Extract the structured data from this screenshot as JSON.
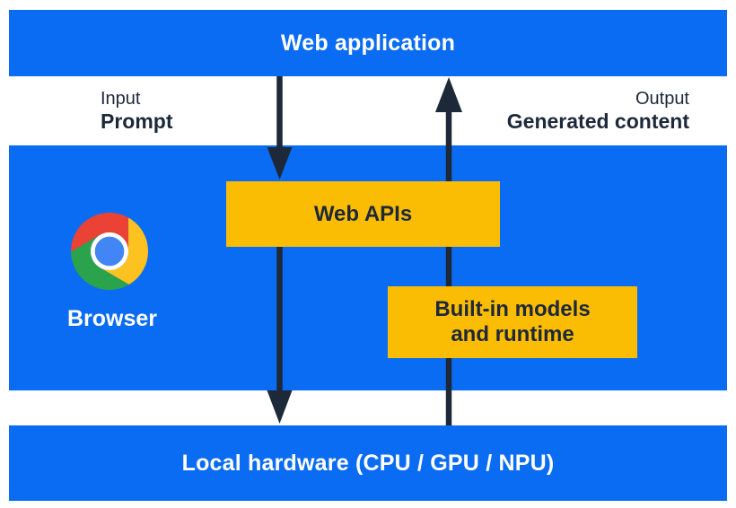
{
  "colors": {
    "blue": "#0a6cf2",
    "yellow": "#fbbc04",
    "ink": "#1d2839",
    "chrome-red": "#ea4335",
    "chrome-yellow": "#fdc21f",
    "chrome-green": "#2ba24c",
    "chrome-blue": "#4285f4"
  },
  "layers": {
    "web_application": "Web application",
    "local_hardware": "Local hardware (CPU / GPU / NPU)"
  },
  "flow": {
    "input_label": "Input",
    "input_value": "Prompt",
    "output_label": "Output",
    "output_value": "Generated content"
  },
  "browser": {
    "label": "Browser",
    "web_apis": "Web APIs",
    "builtin_line1": "Built-in models",
    "builtin_line2": "and runtime"
  }
}
